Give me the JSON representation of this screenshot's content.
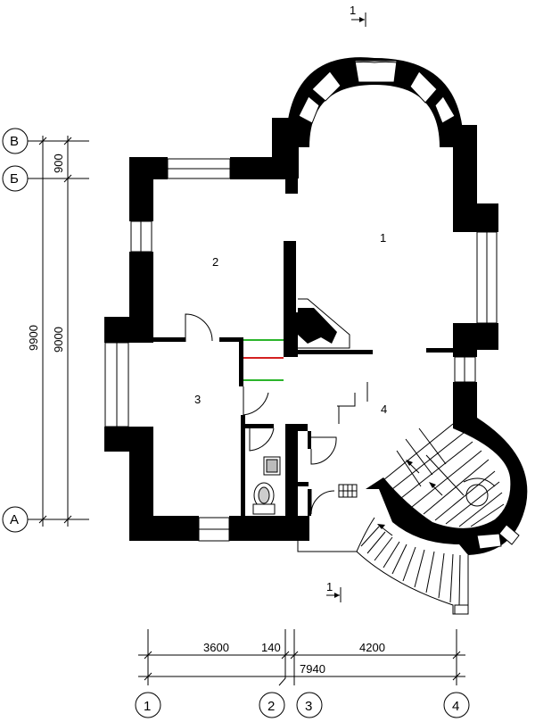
{
  "rooms": [
    {
      "label": "1"
    },
    {
      "label": "2"
    },
    {
      "label": "3"
    },
    {
      "label": "4"
    }
  ],
  "section_marks": {
    "top": "1",
    "bottom": "1"
  },
  "left_axes": [
    "В",
    "Б",
    "А"
  ],
  "bottom_axes": [
    "1",
    "2",
    "3",
    "4"
  ],
  "left_dims": {
    "outer_total": "9900",
    "upper": "900",
    "lower": "9000"
  },
  "bottom_dims": {
    "left": "3600",
    "mid": "140",
    "right": "4200",
    "total": "7940"
  },
  "colors": {
    "stair_green": "#2bb52b",
    "stair_red": "#d42020"
  }
}
